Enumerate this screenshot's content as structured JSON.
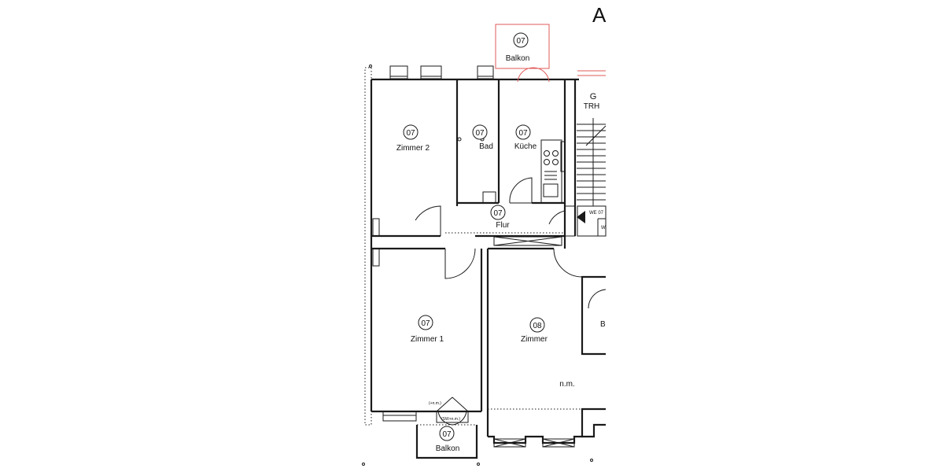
{
  "corner_label": "A",
  "rooms": [
    {
      "id": "balkon-top",
      "number": "07",
      "name": "Balkon"
    },
    {
      "id": "zimmer2",
      "number": "07",
      "name": "Zimmer 2"
    },
    {
      "id": "bad",
      "number": "07",
      "name": "Bad"
    },
    {
      "id": "kueche",
      "number": "07",
      "name": "Küche"
    },
    {
      "id": "flur",
      "number": "07",
      "name": "Flur"
    },
    {
      "id": "zimmer1",
      "number": "07",
      "name": "Zimmer 1"
    },
    {
      "id": "zimmer08",
      "number": "08",
      "name": "Zimmer"
    },
    {
      "id": "balkon-bottom",
      "number": "07",
      "name": "Balkon"
    }
  ],
  "stair": {
    "letter": "G",
    "label": "TRH"
  },
  "unit_tag": "WE 07",
  "unit_tag_short": "W",
  "partial_room_letter": "B",
  "not_measured": "n.m.",
  "door_note_1": "(+n.m.)",
  "door_note_2": "(SW+n.m.)"
}
